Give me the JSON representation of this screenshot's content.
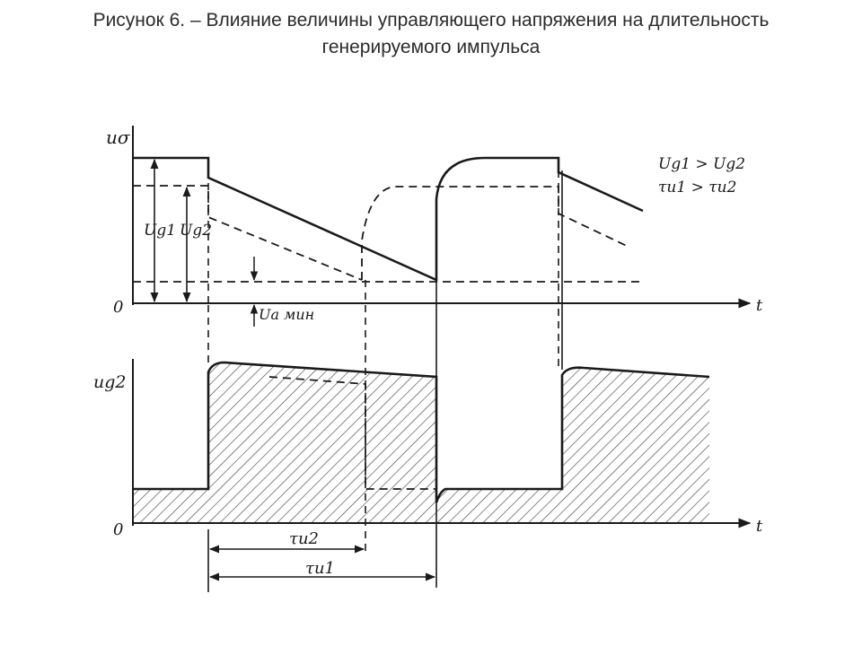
{
  "title": {
    "line1": "Рисунок 6.   – Влияние величины управляющего напряжения на длительность",
    "line2": "генерируемого импульса"
  },
  "labels": {
    "top_axis_y": "uσ",
    "top_origin": "0",
    "top_axis_x": "t",
    "ug1": "Ug1",
    "ug2": "Ug2",
    "ua_min": "Ua мин",
    "cond1": "Ug1 > Ug2",
    "cond2": "τu1 > τu2",
    "bottom_axis_y": "ug2",
    "bottom_origin": "0",
    "bottom_axis_x": "t",
    "tau2": "τu2",
    "tau1": "τu1"
  },
  "colors": {
    "ink": "#1a1a1a",
    "hatch": "#3a3a3a",
    "title": "#2b2b2b"
  }
}
